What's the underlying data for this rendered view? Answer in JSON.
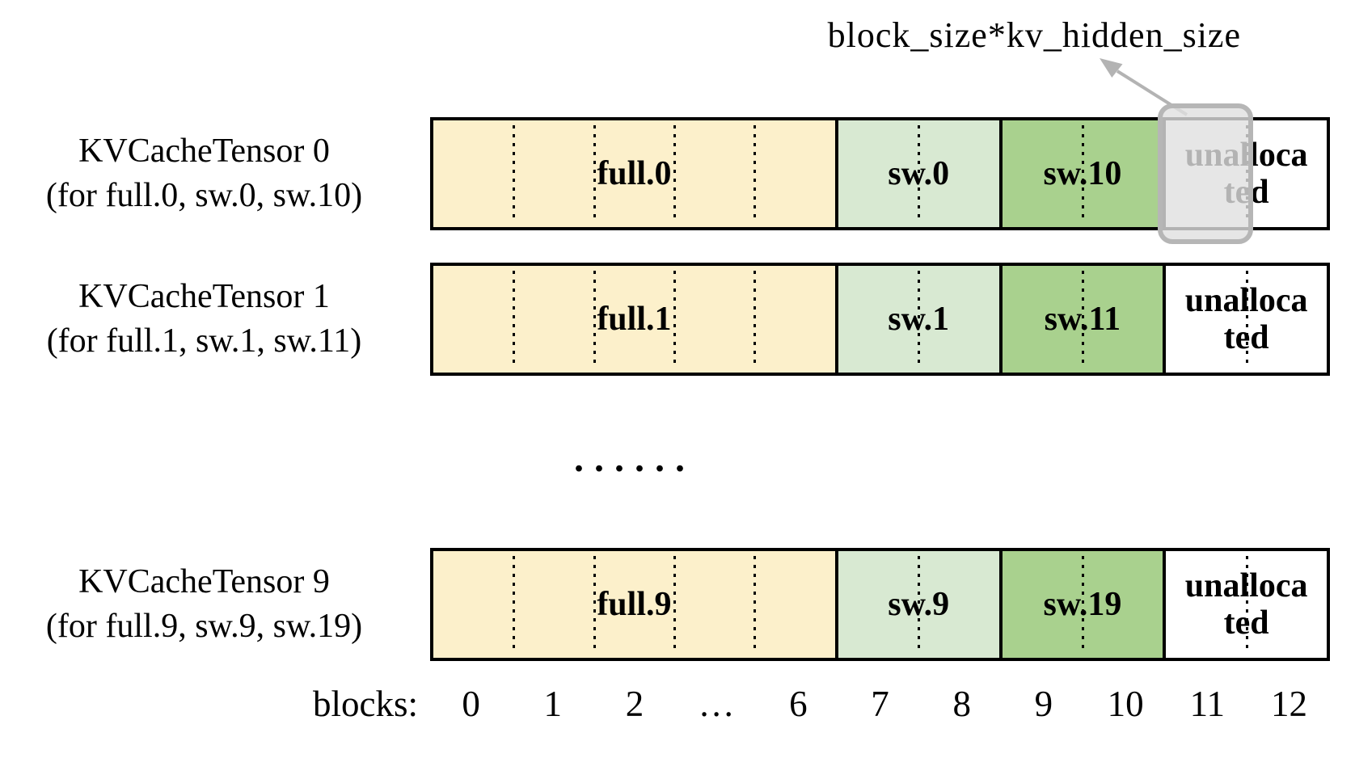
{
  "annotation": {
    "label": "block_size*kv_hidden_size"
  },
  "colors": {
    "full": "#FCF0CB",
    "sw_light": "#D8E9D2",
    "sw_dark": "#A9D18E",
    "unallocated": "#FFFFFF"
  },
  "rows": [
    {
      "title": "KVCacheTensor 0",
      "subtitle": "(for full.0, sw.0, sw.10)",
      "segments": [
        {
          "label": "full.0"
        },
        {
          "label": "sw.0"
        },
        {
          "label": "sw.10"
        },
        {
          "label": "unallocated"
        }
      ]
    },
    {
      "title": "KVCacheTensor 1",
      "subtitle": "(for full.1, sw.1, sw.11)",
      "segments": [
        {
          "label": "full.1"
        },
        {
          "label": "sw.1"
        },
        {
          "label": "sw.11"
        },
        {
          "label": "unallocated"
        }
      ]
    },
    {
      "title": "KVCacheTensor 9",
      "subtitle": "(for full.9, sw.9, sw.19)",
      "segments": [
        {
          "label": "full.9"
        },
        {
          "label": "sw.9"
        },
        {
          "label": "sw.19"
        },
        {
          "label": "unallocated"
        }
      ]
    }
  ],
  "ellipsis": "......",
  "axis": {
    "label": "blocks:",
    "ticks": [
      "0",
      "1",
      "2",
      "…",
      "6",
      "7",
      "8",
      "9",
      "10",
      "11",
      "12"
    ]
  }
}
